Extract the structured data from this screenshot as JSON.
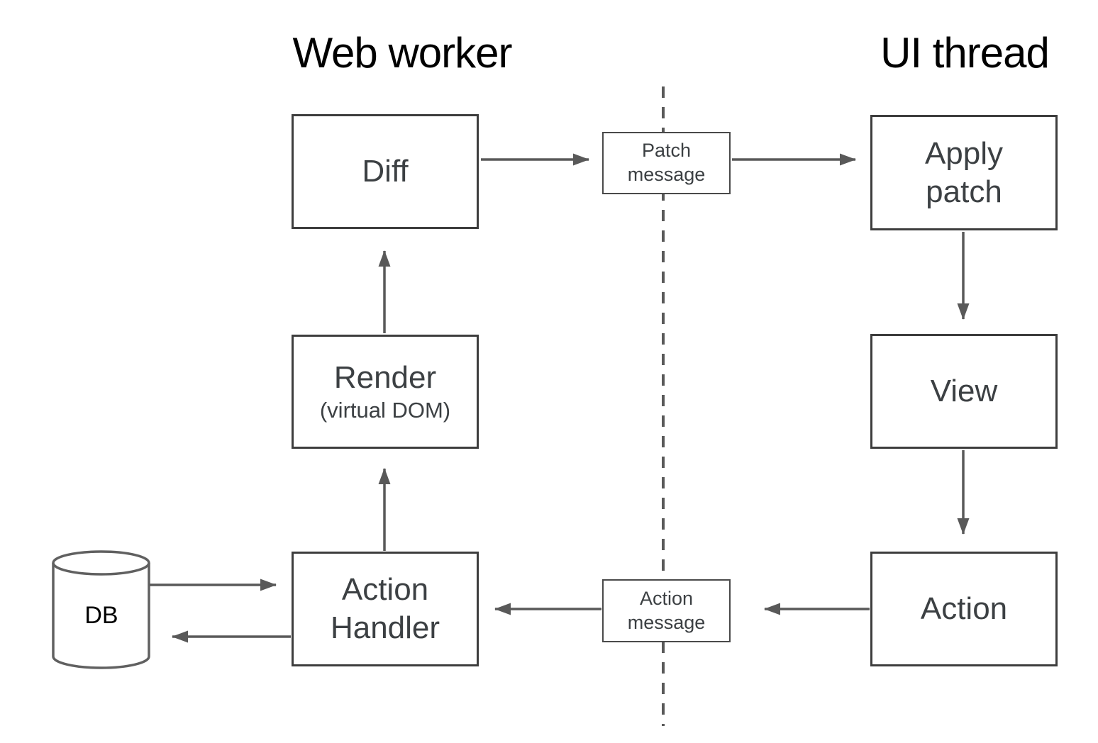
{
  "titles": {
    "left": "Web worker",
    "right": "UI thread"
  },
  "nodes": {
    "diff": {
      "label": "Diff"
    },
    "render": {
      "label": "Render",
      "sublabel": "(virtual DOM)"
    },
    "action_handler": {
      "line1": "Action",
      "line2": "Handler"
    },
    "apply_patch": {
      "line1": "Apply",
      "line2": "patch"
    },
    "view": {
      "label": "View"
    },
    "action": {
      "label": "Action"
    }
  },
  "messages": {
    "patch": {
      "line1": "Patch",
      "line2": "message"
    },
    "action": {
      "line1": "Action",
      "line2": "message"
    }
  },
  "database": {
    "label": "DB"
  },
  "colors": {
    "background": "#ffffff",
    "title_text": "#000000",
    "node_border": "#3d3d3d",
    "node_text": "#3c4043",
    "message_border": "#4a4a4a",
    "arrow": "#595959",
    "cylinder_stroke": "#606060"
  }
}
